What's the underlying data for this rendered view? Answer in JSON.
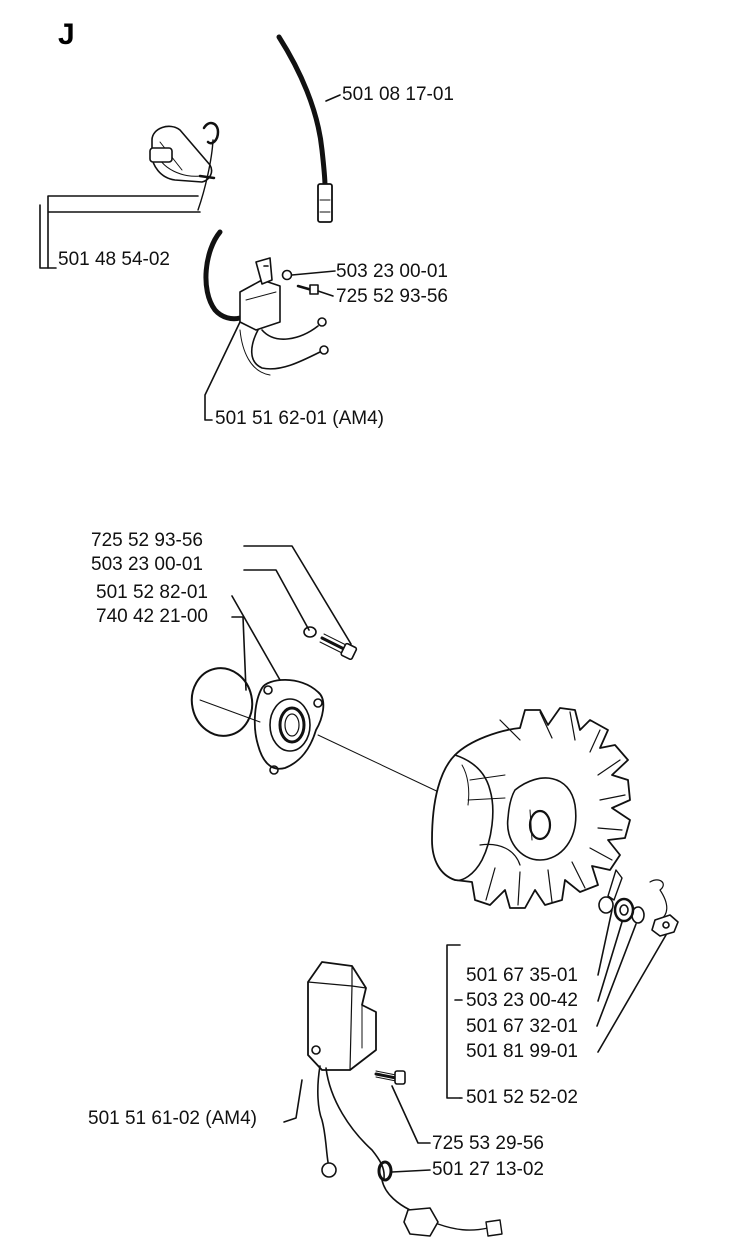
{
  "section_letter": "J",
  "labels": {
    "hv_lead": "501 08 17-01",
    "spark_cap": "501 48 54-02",
    "washer_top": "503 23 00-01",
    "screw_top": "725 52 93-56",
    "module_am4_top": "501 51 62-01 (AM4)",
    "screw_mid": "725 52 93-56",
    "washer_mid": "503 23 00-01",
    "seal_housing": "501 52 82-01",
    "o_ring": "740 42 21-00",
    "key": "501 67 35-01",
    "washer_fly": "503 23 00-42",
    "nut_washer": "501 67 32-01",
    "nut": "501 81 99-01",
    "flywheel": "501 52 52-02",
    "module_am4_bottom": "501 51 61-02 (AM4)",
    "screw_bottom": "725 53 29-56",
    "grommet": "501 27 13-02"
  }
}
